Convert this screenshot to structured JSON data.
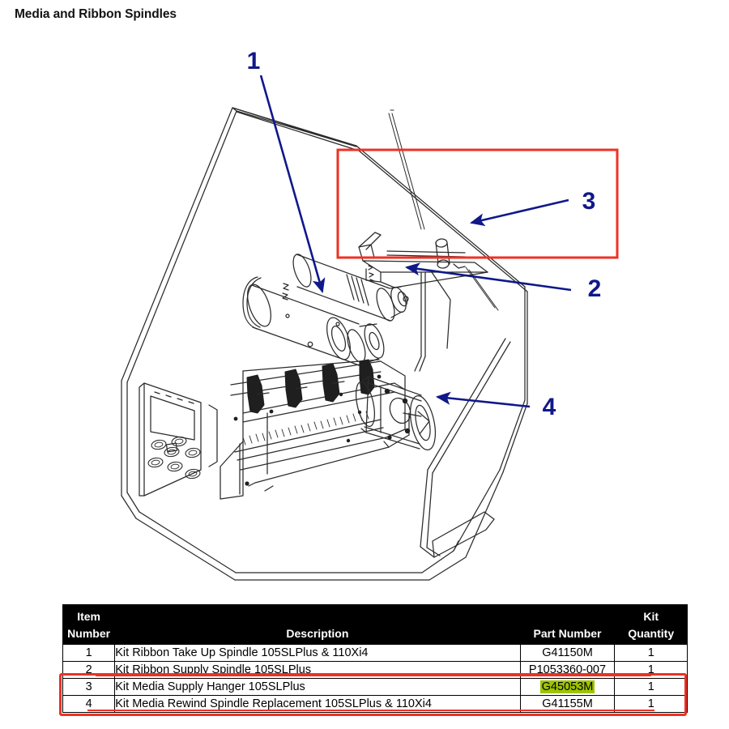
{
  "page": {
    "title": "Media and Ribbon Spindles"
  },
  "figure": {
    "name": "zebra-105slplus-printer-exploded-view",
    "callouts": [
      {
        "id": "callout-1",
        "label": "1",
        "target": "ribbon-take-up-spindle"
      },
      {
        "id": "callout-2",
        "label": "2",
        "target": "ribbon-supply-spindle"
      },
      {
        "id": "callout-3",
        "label": "3",
        "target": "media-supply-hanger"
      },
      {
        "id": "callout-4",
        "label": "4",
        "target": "media-rewind-spindle"
      }
    ],
    "highlight_box": {
      "name": "media-supply-hanger-highlight",
      "color": "#ee3124"
    },
    "colors": {
      "callout": "#10188a",
      "highlight": "#ee3124",
      "line_art": "#2b2b2b"
    }
  },
  "table": {
    "headers": {
      "item_number": {
        "line1": "Item",
        "line2": "Number"
      },
      "description": {
        "line1": "",
        "line2": "Description"
      },
      "part_number": {
        "line1": "",
        "line2": "Part Number"
      },
      "kit_quantity": {
        "line1": "Kit",
        "line2": "Quantity"
      }
    },
    "rows": [
      {
        "item": "1",
        "description": "Kit Ribbon Take Up Spindle 105SLPlus & 110Xi4",
        "part_number": "G41150M",
        "quantity": "1",
        "struck_out": false,
        "highlighted_part": false
      },
      {
        "item": "2",
        "description": "Kit Ribbon Supply Spindle 105SLPlus",
        "part_number": "P1053360-007",
        "quantity": "1",
        "struck_out": true,
        "highlighted_part": false
      },
      {
        "item": "3",
        "description": "Kit Media Supply Hanger 105SLPlus",
        "part_number": "G45053M",
        "quantity": "1",
        "struck_out": false,
        "highlighted_part": true
      },
      {
        "item": "4",
        "description": "Kit Media Rewind Spindle Replacement 105SLPlus & 110Xi4",
        "part_number": "G41155M",
        "quantity": "1",
        "struck_out": true,
        "highlighted_part": false
      }
    ],
    "annotation_colors": {
      "strikethrough": "#ee3124",
      "callout_box": "#ee3124",
      "part_highlight": "#9ec400"
    }
  }
}
